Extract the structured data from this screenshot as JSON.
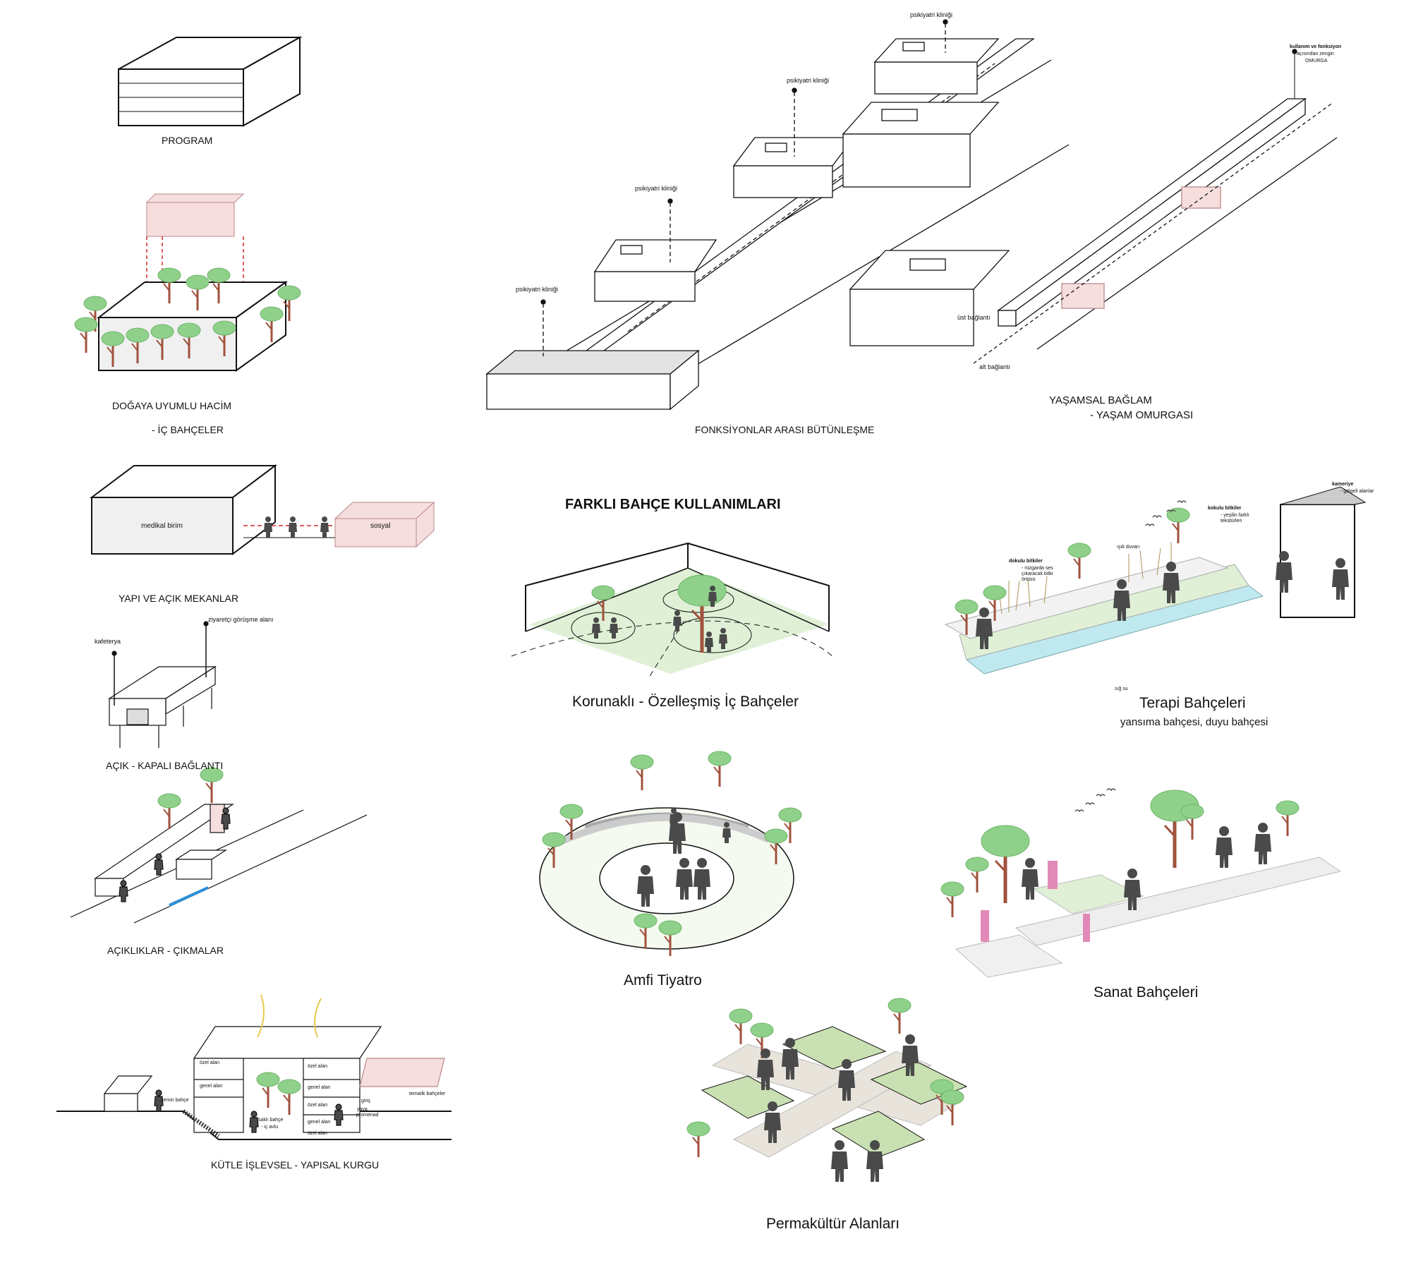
{
  "left_column": {
    "program": "PROGRAM",
    "nature_line1": "DOĞAYA UYUMLU HACİM",
    "nature_line2": "- İÇ BAHÇELER",
    "medical_unit": "medikal birim",
    "social": "sosyal",
    "buildings_open": "YAPI VE AÇIK MEKANLAR",
    "cafeteria": "kafeterya",
    "visitor_area": "ziyaretçi görüşme alanı",
    "open_closed": "AÇIK - KAPALI BAĞLANTI",
    "openings": "AÇIKLIKLAR - ÇIKMALAR",
    "mass": "KÜTLE İŞLEVSEL - YAPISAL KURGU",
    "section_labels": {
      "private1": "özel alan",
      "general1": "genel alan",
      "private2": "özel alan",
      "general2": "genel alan",
      "private3": "özel alan",
      "general3": "genel alan",
      "private4": "özel alan",
      "ground_garden": "zemin bahçe",
      "hidden_garden1": "saklı bahçe",
      "hidden_garden2": "- iç avlu",
      "entrance": "giriş",
      "promenade1": "yaya",
      "promenade2": "promenad",
      "thematic_gardens": "tematik bahçeler"
    }
  },
  "top_right": {
    "clinic_1": "psikiyatri kliniği",
    "clinic_2": "psikiyatri kliniği",
    "clinic_3": "psikiyatri kliniği",
    "clinic_4": "psikiyatri kliniği",
    "integration": "FONKSİYONLAR ARASI BÜTÜNLEŞME",
    "spine_note_1": "kullanım ve fonksiyon",
    "spine_note_2": "açısından zengin",
    "spine_note_3": "OMURGA",
    "upper_link": "üst bağlantı",
    "lower_link": "alt bağlantı",
    "life_context_1": "YAŞAMSAL BAĞLAM",
    "life_context_2": "- YAŞAM OMURGASI"
  },
  "gardens": {
    "heading": "FARKLI BAHÇE KULLANIMLARI",
    "protected": "Korunaklı - Özelleşmiş İç Bahçeler",
    "therapy": "Terapi Bahçeleri",
    "therapy_sub": "yansıma bahçesi, duyu bahçesi",
    "therapy_notes": {
      "textured_plants": "dokulu bitkiler",
      "textured_sub": "- rüzgarda ses çıkaracak bitki örtüsü",
      "light_wall": "ışık duvarı",
      "fragrant": "kokulu bitkiler",
      "fragrant_sub": "- yeşilin farklı tekstürleri",
      "pergola": "kameriye",
      "pergola_sub": "- gölgeli alanlar",
      "shallow_water": "sığ su"
    },
    "amphi": "Amfi Tiyatro",
    "art": "Sanat Bahçeleri",
    "permaculture": "Permakültür Alanları"
  },
  "colors": {
    "tree_canopy": "#8fd18a",
    "tree_trunk": "#a0523d",
    "pink_volume": "#f6dede",
    "dash_red": "#d02828",
    "ground_green": "#dff0d6",
    "water": "#bfe8ef",
    "person": "#4a4a4a",
    "pink_sculpture": "#e28ab7"
  },
  "icons": [
    "tree-icon",
    "person-icon",
    "bird-icon",
    "arrow-icon",
    "sun-arrow-icon",
    "bicycle-icon"
  ]
}
